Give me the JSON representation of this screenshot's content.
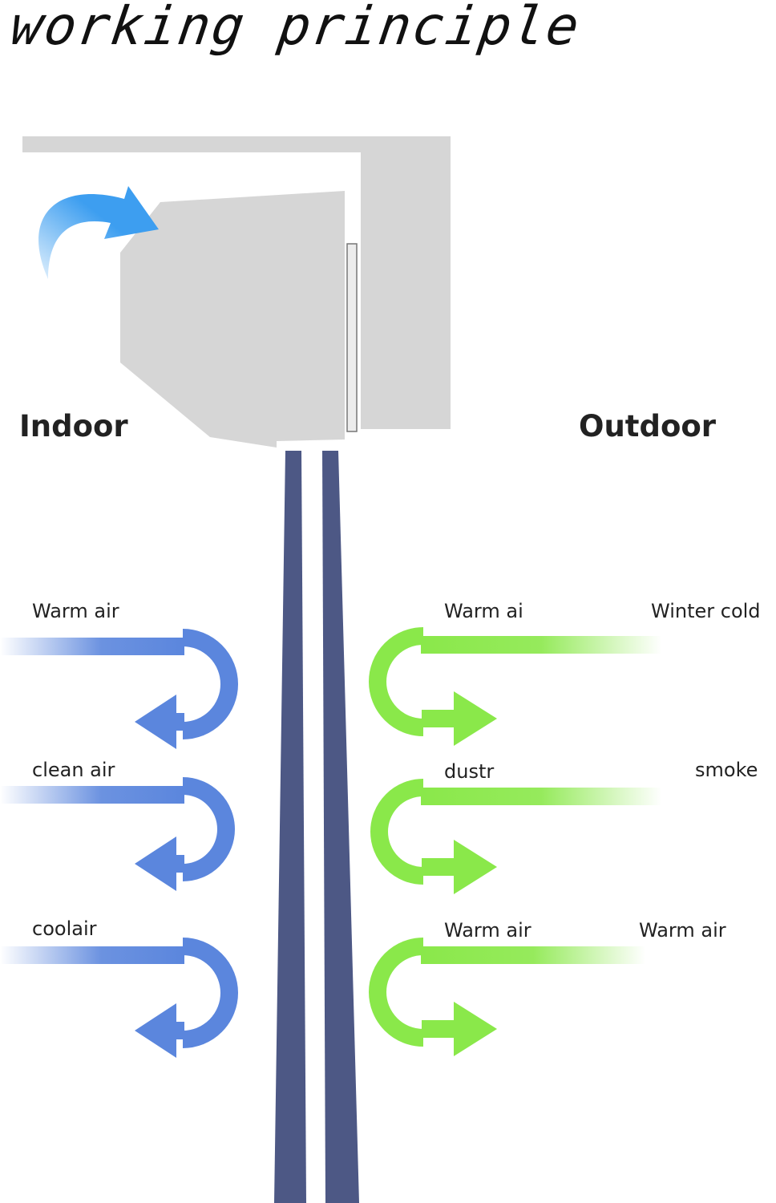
{
  "title": "working principle",
  "sides": {
    "indoor": "Indoor",
    "outdoor": "Outdoor"
  },
  "indoor_flows": [
    {
      "label": "Warm air"
    },
    {
      "label": "clean air"
    },
    {
      "label": "coolair"
    }
  ],
  "outdoor_flows": [
    {
      "inner_label": "Warm ai",
      "outer_label": "Winter cold"
    },
    {
      "inner_label": "dustr",
      "outer_label": "smoke"
    },
    {
      "inner_label": "Warm air",
      "outer_label": "Warm air"
    }
  ],
  "colors": {
    "indoor_arrow": "#5b86dd",
    "outdoor_arrow": "#8ae84a",
    "intake_arrow": "#3d9ef0",
    "unit": "#d6d6d6",
    "pipe": "#4d5885"
  }
}
